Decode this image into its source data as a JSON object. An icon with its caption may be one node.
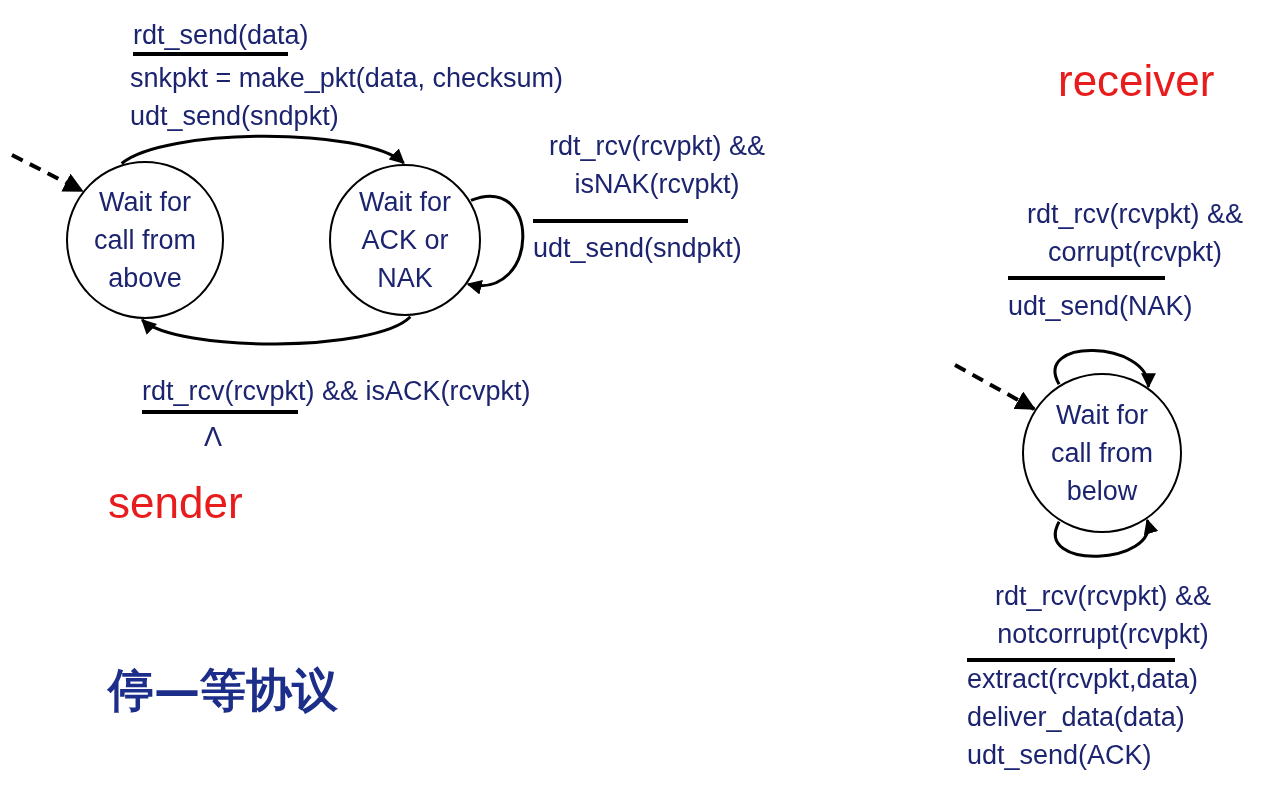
{
  "diagram": {
    "nodes": [
      {
        "text": [
          "Wait for call from above"
        ]
      },
      {
        "text": [
          "Wait for ACK or NAK"
        ]
      },
      {
        "text": [
          "Wait for call from below"
        ]
      }
    ],
    "edges": [
      {
        "from": null,
        "to": 0,
        "arrow": "to",
        "style": "dashed"
      },
      {
        "from": 0,
        "to": 1,
        "arrow": "to"
      },
      {
        "from": 1,
        "to": 1,
        "arrow": "to"
      },
      {
        "from": 1,
        "to": 0,
        "arrow": "to"
      },
      {
        "from": null,
        "to": 2,
        "arrow": "to",
        "style": "dashed"
      },
      {
        "from": 2,
        "to": 2,
        "arrow": "to"
      },
      {
        "from": 2,
        "to": 2,
        "arrow": "to"
      }
    ],
    "labels": [
      "rdt_send(data)",
      "snkpkt = make_pkt(data, checksum)",
      "udt_send(sndpkt)",
      "receiver",
      "rdt_rcv(rcvpkt) && isNAK(rcvpkt)",
      "udt_send(sndpkt)",
      "rdt_rcv(rcvpkt) && corrupt(rcvpkt)",
      "udt_send(NAK)",
      "rdt_rcv(rcvpkt) && isACK(rcvpkt)",
      "Λ",
      "sender",
      "rdt_rcv(rcvpkt) && notcorrupt(rcvpkt)",
      "extract(rcvpkt,data)",
      "deliver_data(data)",
      "udt_send(ACK)",
      "停—等协议"
    ]
  }
}
